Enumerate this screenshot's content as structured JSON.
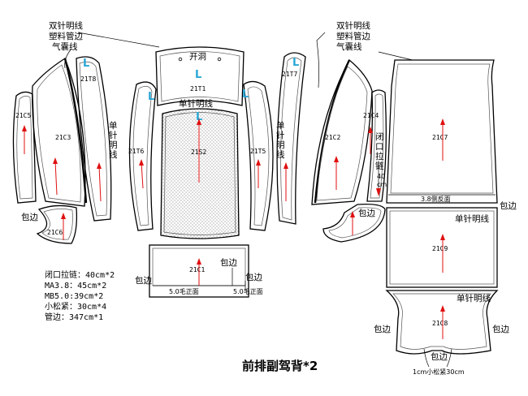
{
  "title": "前排副驾背*2",
  "pieces": {
    "c5": "21C5",
    "c3": "21C3",
    "t8": "21T8",
    "t6": "21T6",
    "c6": "21C6",
    "t1": "21T1",
    "s2": "21S2",
    "c1": "21C1",
    "t5": "21T5",
    "t7": "21T7",
    "c2": "21C2",
    "c4": "21C4",
    "c7": "21C7",
    "c9": "21C9",
    "c8": "21C8"
  },
  "labels": {
    "double_stitch": "双针明线",
    "plastic_edge": "塑料管边",
    "airbag_line": "气囊线",
    "single_stitch": "单针明线",
    "single_stitch_vertical": "单针明线",
    "open_hole": "开洞",
    "letter_l": "L",
    "binding": "包边",
    "zipper_closure": "闭口拉链",
    "zipper_len": "40",
    "zipper_unit": "cm",
    "reverse_face": "3.8侧反面",
    "wool_face": "5.0毛正面",
    "elastic_bottom": "1cm小松紧30cm"
  },
  "notes": [
    "闭口拉链：40cm*2",
    "MA3.8：45cm*2",
    "MB5.0:39cm*2",
    "小松紧：30cm*4",
    "管边：347cm*1"
  ]
}
